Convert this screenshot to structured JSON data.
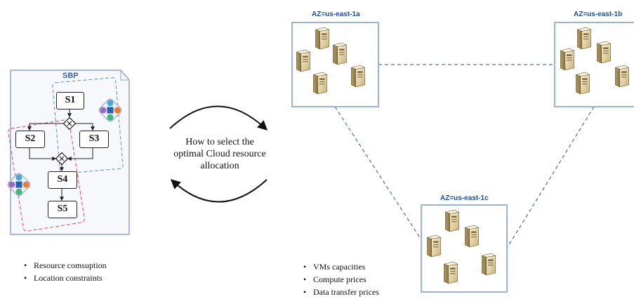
{
  "sbp": {
    "title": "SBP",
    "steps": [
      "S1",
      "S2",
      "S3",
      "S4",
      "S5"
    ]
  },
  "question": {
    "line1": "How to select the",
    "line2": "optimal Cloud resource",
    "line3": "allocation"
  },
  "zones": {
    "a": "AZ=us-east-1a",
    "b": "AZ=us-east-1b",
    "c": "AZ=us-east-1c"
  },
  "bullets_left": [
    "Resource comsuption",
    "Location constraints"
  ],
  "bullets_right": [
    "VMs capacities",
    "Compute prices",
    "Data transfer prices"
  ],
  "colors": {
    "zone_border": "#9bb3d4",
    "link": "#2e4d8a",
    "red_region": "#d94a6a",
    "blue_region": "#5a8fd0",
    "server_body": "#e8d8a8"
  }
}
